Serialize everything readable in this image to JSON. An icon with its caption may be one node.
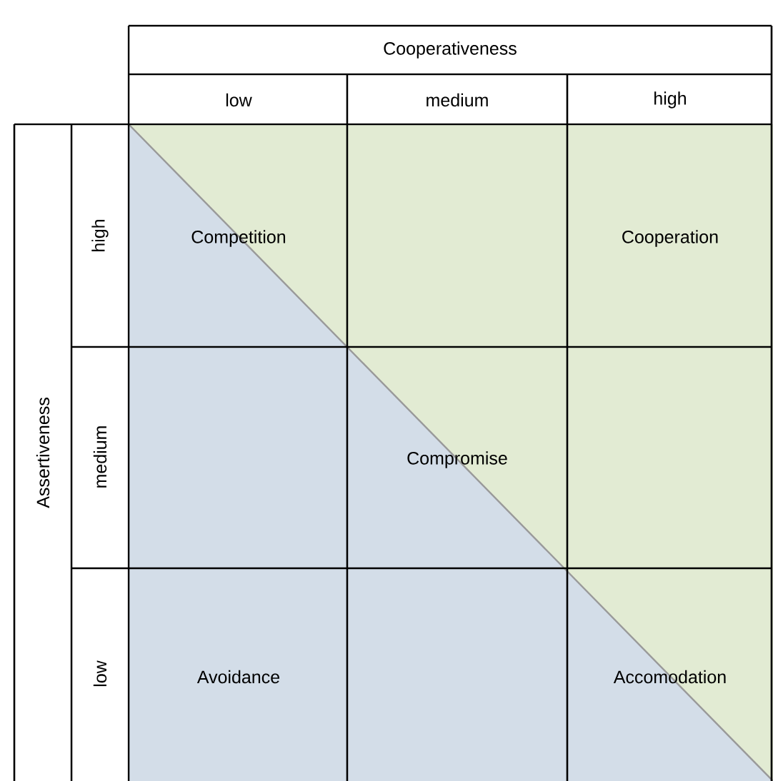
{
  "diagram": {
    "labels": [
      "Cooperativeness",
      "low",
      "medium",
      "high",
      "Assertiveness",
      "high",
      "Competition",
      "Cooperation",
      "medium",
      "Compromise",
      "low",
      "Avoidance",
      "Accomodation"
    ]
  }
}
